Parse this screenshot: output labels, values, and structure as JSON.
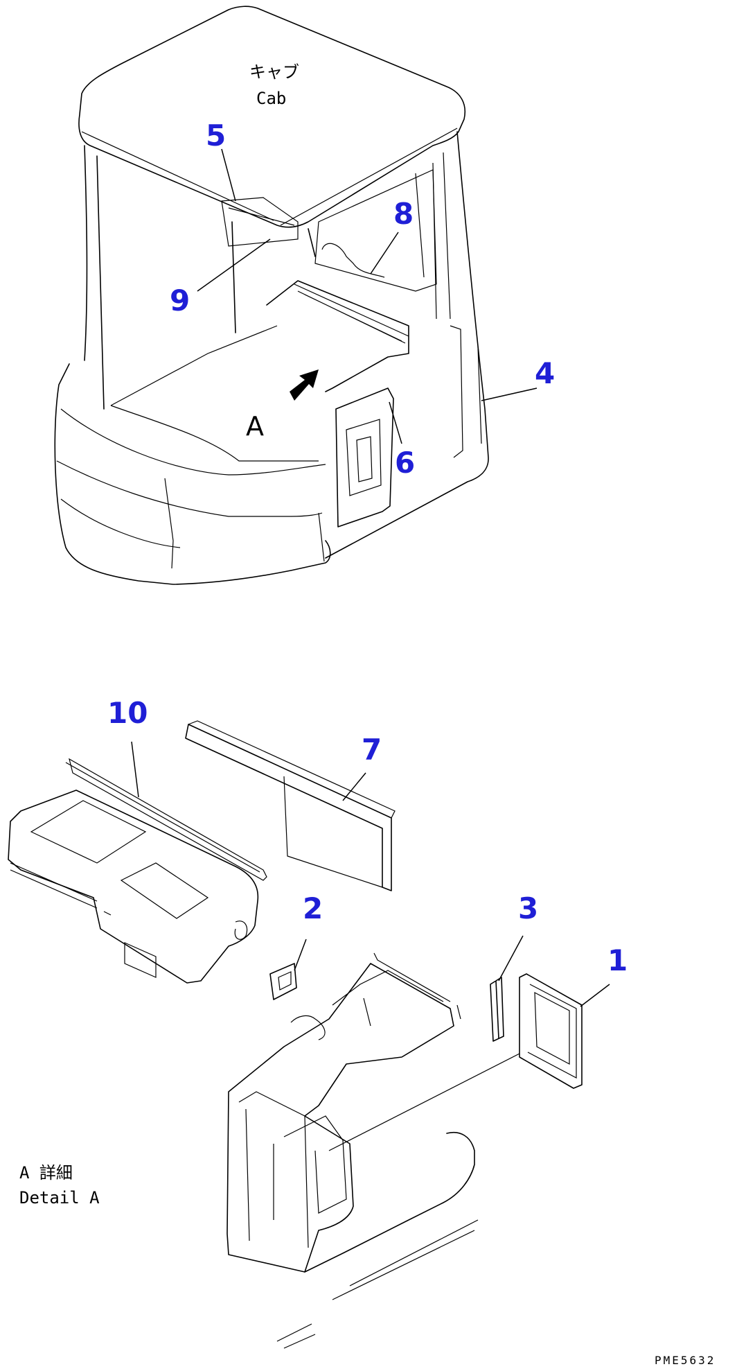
{
  "diagram": {
    "cab_label_jp": "キャブ",
    "cab_label_en": "Cab",
    "view_marker": "A",
    "detail_label_jp": "A 詳細",
    "detail_label_en": "Detail A",
    "figure_code": "PME5632",
    "callout_color": "#1f1fd6",
    "callouts": [
      {
        "id": "1",
        "label": "1"
      },
      {
        "id": "2",
        "label": "2"
      },
      {
        "id": "3",
        "label": "3"
      },
      {
        "id": "4",
        "label": "4"
      },
      {
        "id": "5",
        "label": "5"
      },
      {
        "id": "6",
        "label": "6"
      },
      {
        "id": "7",
        "label": "7"
      },
      {
        "id": "8",
        "label": "8"
      },
      {
        "id": "9",
        "label": "9"
      },
      {
        "id": "10",
        "label": "10"
      }
    ]
  }
}
